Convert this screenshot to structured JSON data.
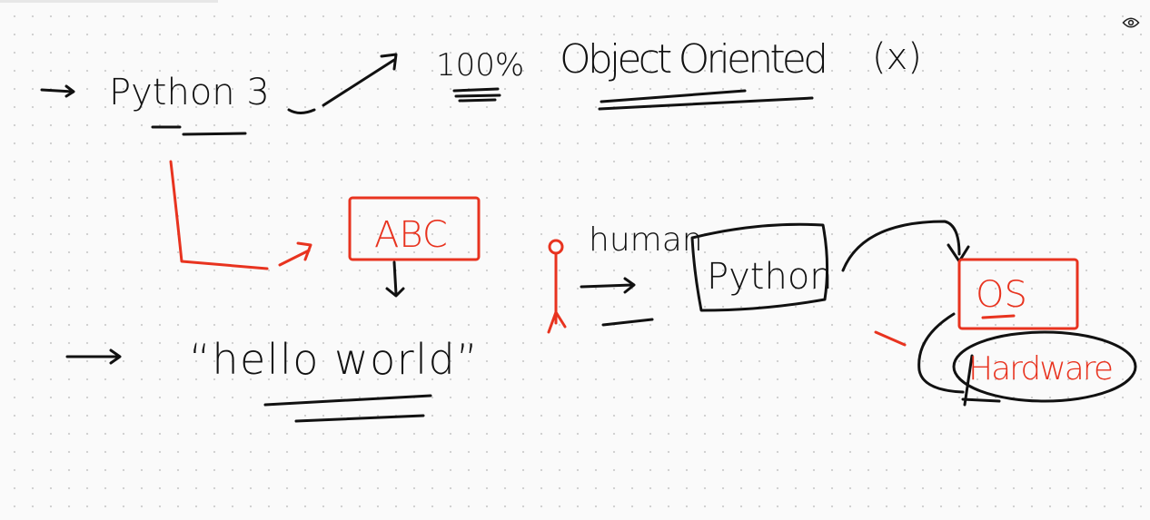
{
  "colors": {
    "ink": "#111111",
    "red": "#e8331f",
    "background": "#fafafa"
  },
  "toolbar": {
    "view_icon": "eye-icon"
  },
  "notes": {
    "python3": "Python 3",
    "percent": "100%",
    "object_oriented": "Object Oriented",
    "x_mark": "(x)",
    "abc": "ABC",
    "hello_world": "“hello world”",
    "human": "human",
    "python_box": "Python",
    "os": "OS",
    "hardware": "Hardware"
  }
}
